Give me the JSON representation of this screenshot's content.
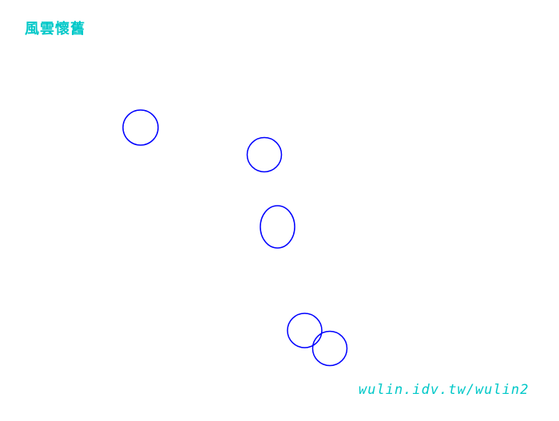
{
  "title": "風雲懷舊",
  "url": "wulin.idv.tw/wulin2",
  "colors": {
    "text": "#00c8c8",
    "circle": "#0000ff"
  },
  "targets": [
    "circle",
    "circle",
    "ellipse",
    "circle",
    "circle"
  ]
}
